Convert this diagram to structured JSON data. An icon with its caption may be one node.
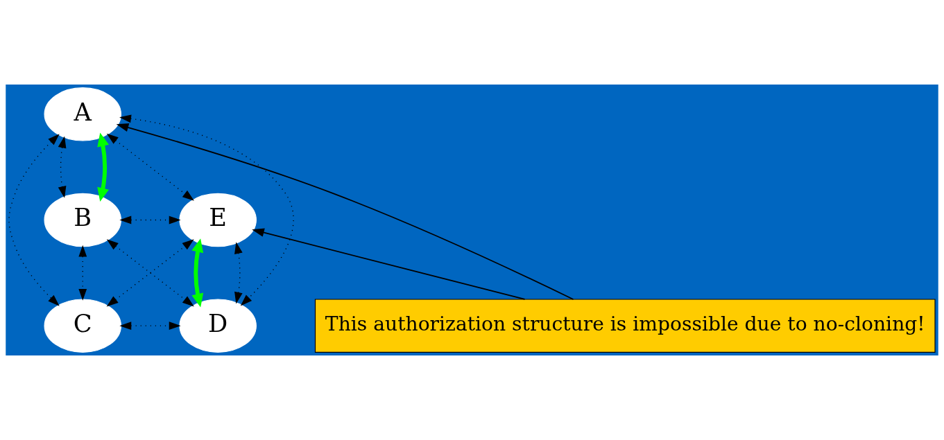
{
  "diagram": {
    "nodes": [
      {
        "text": [
          "A"
        ]
      },
      {
        "text": [
          "B"
        ]
      },
      {
        "text": [
          "C"
        ]
      },
      {
        "text": [
          "D"
        ]
      },
      {
        "text": [
          "E"
        ]
      },
      {
        "text": [
          "This authorization structure is impossible due to no-cloning!"
        ]
      }
    ],
    "edges": [
      {
        "from": 0,
        "to": 1,
        "arrow": "both",
        "style": "dashed"
      },
      {
        "from": 0,
        "to": 2,
        "arrow": "both",
        "style": "dashed"
      },
      {
        "from": 0,
        "to": 3,
        "arrow": "both",
        "style": "dashed"
      },
      {
        "from": 0,
        "to": 4,
        "arrow": "both",
        "style": "dashed"
      },
      {
        "from": 1,
        "to": 2,
        "arrow": "both",
        "style": "dashed"
      },
      {
        "from": 1,
        "to": 3,
        "arrow": "both",
        "style": "dashed"
      },
      {
        "from": 1,
        "to": 4,
        "arrow": "both",
        "style": "dashed"
      },
      {
        "from": 2,
        "to": 3,
        "arrow": "both",
        "style": "dashed"
      },
      {
        "from": 2,
        "to": 4,
        "arrow": "both",
        "style": "dashed"
      },
      {
        "from": 3,
        "to": 4,
        "arrow": "both",
        "style": "dashed"
      },
      {
        "from": 0,
        "to": 1,
        "arrow": "both",
        "style": "thick",
        "color": "#00ff00"
      },
      {
        "from": 4,
        "to": 3,
        "arrow": "both",
        "style": "thick",
        "color": "#00ff00"
      },
      {
        "from": 5,
        "to": 0,
        "arrow": "to"
      },
      {
        "from": 5,
        "to": 4,
        "arrow": "to"
      }
    ]
  }
}
